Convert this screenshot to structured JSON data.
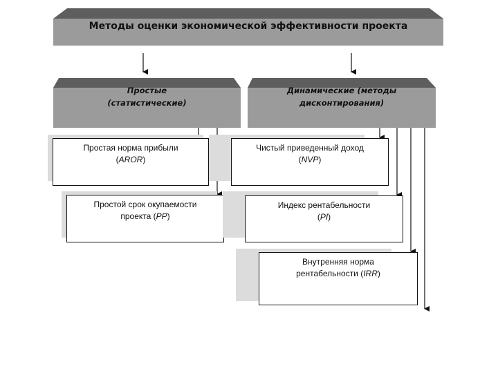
{
  "title": "Методы оценки экономической эффективности проекта",
  "categories": [
    {
      "line1": "Простые",
      "line2": "(статистические)"
    },
    {
      "line1": "Динамические (методы",
      "line2": "дисконтирования)"
    }
  ],
  "methods": [
    {
      "line1": "Простая норма прибыли",
      "prefix": "(",
      "abbr": "AROR",
      "suffix": ")"
    },
    {
      "line1": "Простой срок окупаемости",
      "prefix": "проекта (",
      "abbr": "PP",
      "suffix": ")"
    },
    {
      "line1": "Чистый приведенный доход",
      "prefix": "(",
      "abbr": "NVP",
      "suffix": ")"
    },
    {
      "line1": "Индекс рентабельности",
      "prefix": "(",
      "abbr": "PI",
      "suffix": ")"
    },
    {
      "line1": "Внутренняя норма",
      "prefix": "рентабельности (",
      "abbr": "IRR",
      "suffix": ")"
    }
  ],
  "colors": {
    "face": "#9b9b9b",
    "top": "#5e5e5e",
    "shadow": "#dcdcdc"
  }
}
